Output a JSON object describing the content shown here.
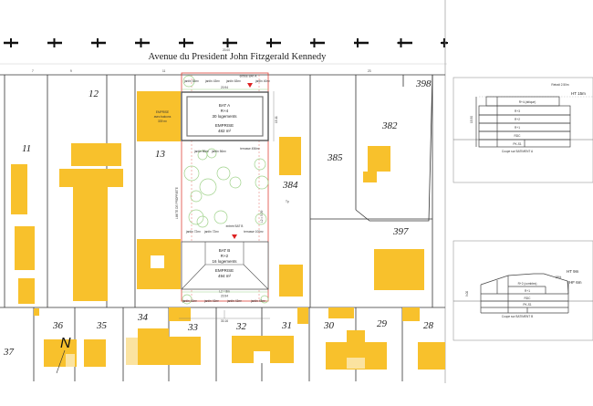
{
  "road": {
    "name": "Avenue du President John Fitzgerald Kennedy",
    "width_dim": "20.00"
  },
  "street_numbers": [
    "7",
    "9",
    "11",
    "23"
  ],
  "lots": {
    "l11": "11",
    "l12": "12",
    "l13": "13",
    "l382": "382",
    "l384": "384",
    "l385": "385",
    "l397": "397",
    "l398": "398",
    "l28": "28",
    "l29": "29",
    "l30": "30",
    "l31": "31",
    "l32": "32",
    "l33": "33",
    "l34": "34",
    "l35": "35",
    "l36": "36",
    "l37": "37"
  },
  "neighbor": {
    "emprise": "EMPRISE",
    "balcony": "avec balcons",
    "area": "339 m²"
  },
  "bat_a": {
    "name": "BAT A",
    "levels": "R+4",
    "units": "30 logements",
    "emprise": "EMPRISE",
    "area": "482 m²",
    "entry": "entrée BAT A"
  },
  "bat_b": {
    "name": "BAT B",
    "levels": "R+2",
    "units": "16 logements",
    "emprise": "EMPRISE",
    "area": "494 m²",
    "entry": "entrée BAT B"
  },
  "gardens_top": [
    "jardin 63m²",
    "jardin 43m²",
    "jardin 63m²",
    "jardin 40m²"
  ],
  "gardens_mid": [
    "jardin 80m²",
    "jardin 56m²",
    "terrasse 456m²"
  ],
  "gardens_lower": [
    "jardin 72m²",
    "jardin 72m²",
    "terrasse 100m²"
  ],
  "gardens_bottom": [
    "jardin 43m²",
    "jardin 43m²",
    "jardin 43m²",
    "jardin 43m²"
  ],
  "dims": {
    "a_width": "20.94",
    "b_width": "20.94",
    "limit": "L2 = 8m",
    "limit_side": "L2 = 5.39",
    "bottom": "30.16",
    "side_a": "15.11",
    "lp": "LIMITE DE PROPRIETE",
    "lp_b": "LIMITE DE PROPRIETE",
    "tx": "Tp"
  },
  "north": "N",
  "section_a": {
    "caption": "Coupe sur BATIMENT A",
    "height": "HT 15m",
    "setback": "Retrait 2.50m",
    "total": "15.50",
    "floors": [
      "R+4 (attique)",
      "R+3",
      "R+2",
      "R+1",
      "RDC",
      "PK-S1"
    ]
  },
  "section_b": {
    "caption": "Coupe sur BATIMENT B",
    "height": "HT 9m",
    "hf": "HF 6m",
    "slope": "35%",
    "total": "9.00",
    "floors": [
      "R+2 (combles)",
      "R+1",
      "RDC",
      "PK-S1"
    ]
  },
  "colors": {
    "building": "#f8c12c",
    "building_light": "#fbe3a0",
    "limit": "#e0453a",
    "trees": "#9fd28a"
  }
}
